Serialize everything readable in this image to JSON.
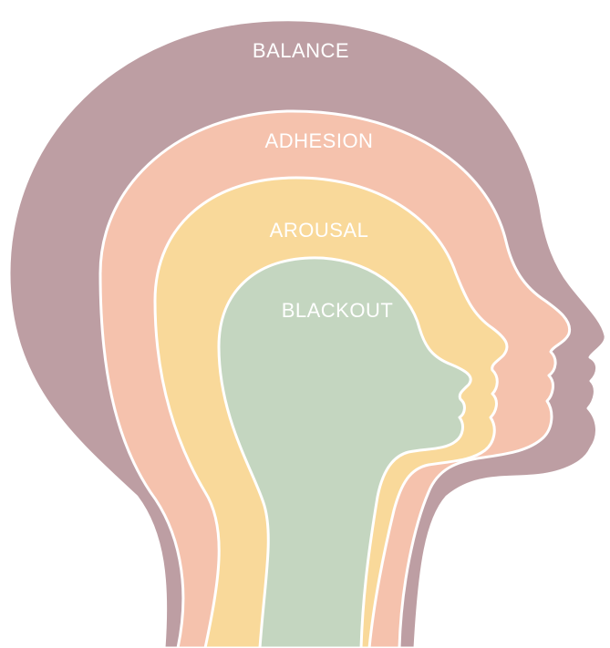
{
  "layers": [
    {
      "label": "BALANCE",
      "color": "#bd9ea3"
    },
    {
      "label": "ADHESION",
      "color": "#f5c2ad"
    },
    {
      "label": "AROUSAL",
      "color": "#f9d99a"
    },
    {
      "label": "BLACKOUT",
      "color": "#c4d6c0"
    }
  ],
  "outline_color": "#ffffff"
}
